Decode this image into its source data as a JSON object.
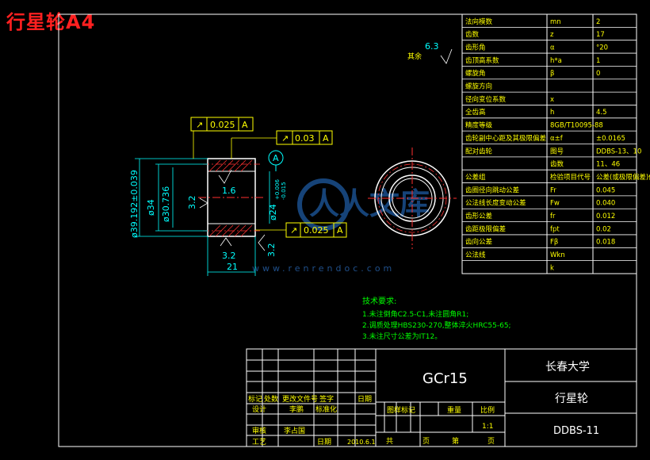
{
  "page_title": "行星轮A4",
  "colors": {
    "frame": "#ffffff",
    "dim": "#00ffff",
    "text_white": "#ffffff",
    "text_yellow": "#ffff00",
    "text_green": "#00ff00",
    "hatch": "#ff3030",
    "center": "#ff3030",
    "watermark": "#1e5aa0"
  },
  "roughness": {
    "rest_prefix": "其余",
    "rest_value": "6.3",
    "inner_bore": "1.6",
    "face_left": "3.2",
    "face_bottom": "3.2",
    "face_right": "3.2"
  },
  "tolerances": [
    {
      "symbol": "↗",
      "value": "0.025",
      "datum": "A"
    },
    {
      "symbol": "↗",
      "value": "0.03",
      "datum": "A"
    },
    {
      "symbol": "↗",
      "value": "0.025",
      "datum": "A"
    }
  ],
  "datum_label": "A",
  "dimensions": {
    "outer_diameter": "ø39.192±0.039",
    "root_diameter": "ø34",
    "base_diameter": "ø30.736",
    "bore": "ø24",
    "bore_tol_upper": "+0.006",
    "bore_tol_lower": "-0.015",
    "width": "21"
  },
  "param_table": [
    [
      "法向模数",
      "mn",
      "2"
    ],
    [
      "齿数",
      "z",
      "17"
    ],
    [
      "齿形角",
      "α",
      "°20"
    ],
    [
      "齿顶高系数",
      "h*a",
      "1"
    ],
    [
      "螺旋角",
      "β",
      "0"
    ],
    [
      "螺旋方向",
      "",
      ""
    ],
    [
      "径向变位系数",
      "x",
      ""
    ],
    [
      "全齿高",
      "h",
      "4.5"
    ],
    [
      "精度等级",
      "8GB/T10095-88",
      ""
    ],
    [
      "齿轮副中心距及其极限偏差",
      "α±f",
      "±0.0165"
    ],
    [
      "配对齿轮",
      "图号",
      "DDBS-13、10"
    ],
    [
      "",
      "齿数",
      "11、46"
    ],
    [
      "公差组",
      "检验项目代号",
      "公差(或极限偏差)值"
    ],
    [
      "齿圈径向跳动公差",
      "Fr",
      "0.045"
    ],
    [
      "公法线长度变动公差",
      "Fw",
      "0.040"
    ],
    [
      "齿形公差",
      "fr",
      "0.012"
    ],
    [
      "齿距极限偏差",
      "fpt",
      "0.02"
    ],
    [
      "齿向公差",
      "Fβ",
      "0.018"
    ],
    [
      "公法线",
      "Wkn",
      ""
    ],
    [
      "",
      "k",
      ""
    ]
  ],
  "tech_notes": {
    "heading": "技术要求:",
    "items": [
      "1.未注倒角C2.5-C1,未注圆角R1;",
      "2.调质处理HBS230-270,整体淬火HRC55-65;",
      "3.未注尺寸公差为IT12。"
    ]
  },
  "title_block": {
    "material": "GCr15",
    "university": "长春大学",
    "part_name": "行星轮",
    "drawing_no": "DDBS-11",
    "revision_headers": [
      "标记",
      "处数",
      "更改文件号",
      "签字",
      "日期"
    ],
    "design_label": "设计",
    "designer": "李鹏",
    "standardize_label": "标准化",
    "review_label": "审核",
    "reviewer": "李占国",
    "process_label": "工艺",
    "date_label": "日期",
    "date": "2010.6.1",
    "stage_mark_label": "图样标记",
    "weight_label": "重量",
    "scale_label": "比例",
    "scale": "1:1",
    "total_label": "共",
    "page_label": "页",
    "sheet_label": "第",
    "sheet_page_label": "页"
  },
  "watermark": {
    "text": "人人文库",
    "url": "www.renrendoc.com"
  }
}
